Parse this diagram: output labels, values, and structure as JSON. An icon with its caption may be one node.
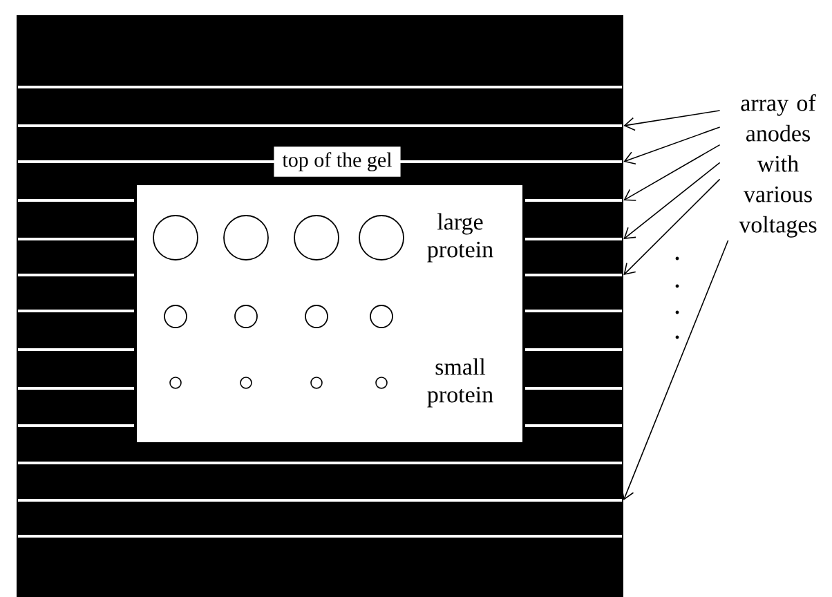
{
  "diagram": {
    "nodes": [
      {
        "text": [
          "array of anodes with various voltages"
        ]
      },
      {
        "text": [],
        "shape": "bar"
      },
      {
        "text": [],
        "shape": "bar"
      },
      {
        "text": [],
        "shape": "bar"
      },
      {
        "text": [],
        "shape": "bar"
      },
      {
        "text": [],
        "shape": "bar"
      },
      {
        "text": [],
        "shape": "bar"
      },
      {
        "text": [],
        "shape": "bar"
      },
      {
        "text": [],
        "shape": "bar"
      },
      {
        "text": [],
        "shape": "bar"
      },
      {
        "text": [],
        "shape": "bar"
      },
      {
        "text": [],
        "shape": "bar"
      },
      {
        "text": [],
        "shape": "bar"
      },
      {
        "text": [],
        "shape": "bar"
      }
    ],
    "edges": [
      {
        "from": 0,
        "to": 2,
        "arrow": "to"
      },
      {
        "from": 0,
        "to": 3,
        "arrow": "to"
      },
      {
        "from": 0,
        "to": 4,
        "arrow": "to"
      },
      {
        "from": 0,
        "to": 5,
        "arrow": "to"
      },
      {
        "from": 0,
        "to": 6,
        "arrow": "to"
      },
      {
        "from": 0,
        "to": 12,
        "arrow": "to"
      }
    ],
    "labels": [
      "top of the gel",
      "large protein",
      "small protein"
    ]
  }
}
